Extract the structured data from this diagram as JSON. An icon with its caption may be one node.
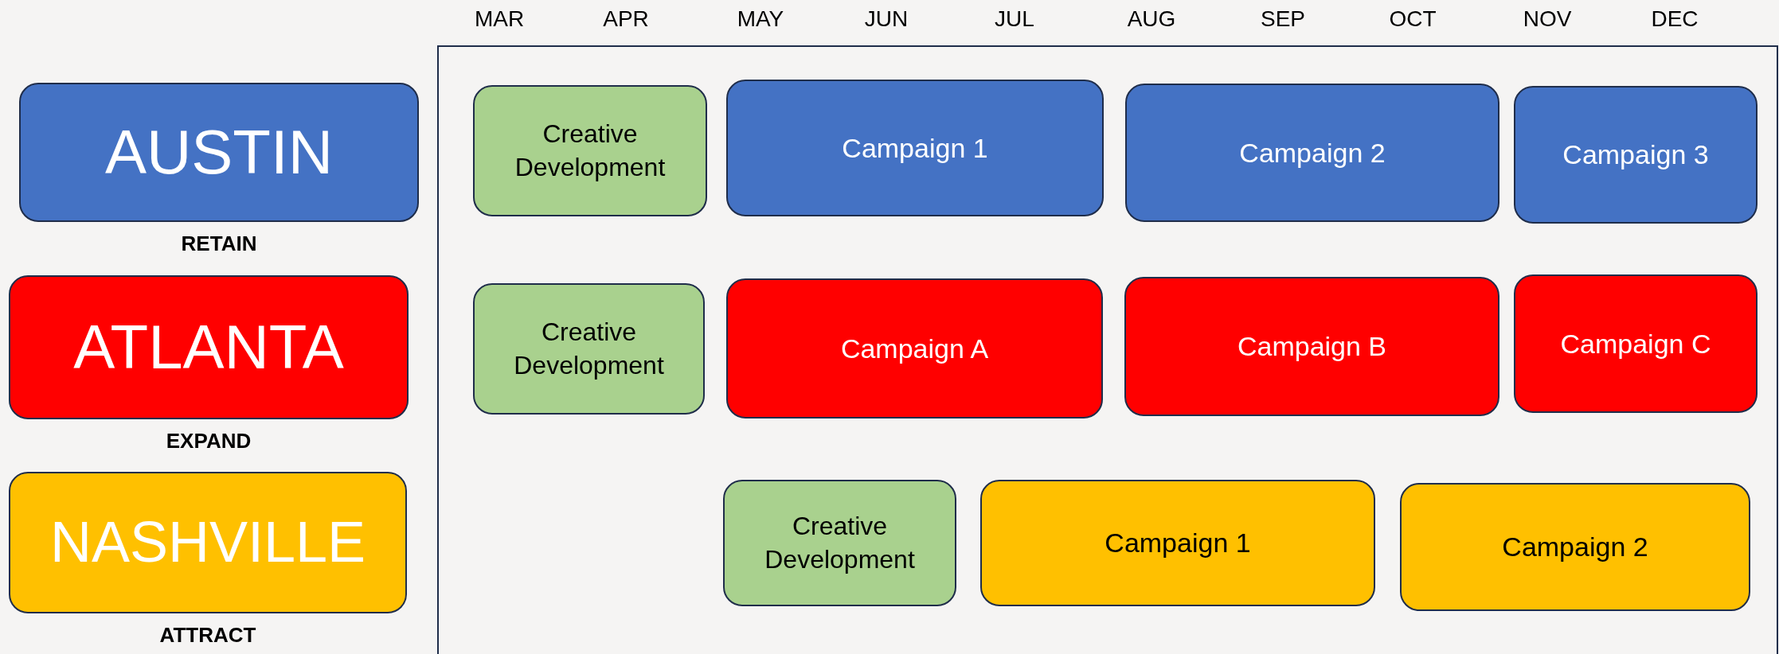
{
  "diagram": {
    "nodes": [
      {
        "text": [
          "AUSTIN"
        ],
        "beside": [
          "RETAIN"
        ]
      },
      {
        "text": [
          "ATLANTA"
        ],
        "beside": [
          "EXPAND"
        ]
      },
      {
        "text": [
          "NASHVILLE"
        ],
        "beside": [
          "ATTRACT"
        ]
      },
      {
        "text": [
          "Creative Development"
        ]
      },
      {
        "text": [
          "Campaign 1"
        ]
      },
      {
        "text": [
          "Campaign 2"
        ]
      },
      {
        "text": [
          "Campaign 3"
        ]
      },
      {
        "text": [
          "Creative Development"
        ]
      },
      {
        "text": [
          "Campaign A"
        ]
      },
      {
        "text": [
          "Campaign B"
        ]
      },
      {
        "text": [
          "Campaign C"
        ]
      },
      {
        "text": [
          "Creative Development"
        ]
      },
      {
        "text": [
          "Campaign 1"
        ]
      },
      {
        "text": [
          "Campaign 2"
        ]
      }
    ],
    "edges": [],
    "labels": [
      "MAR",
      "APR",
      "MAY",
      "JUN",
      "JUL",
      "AUG",
      "SEP",
      "OCT",
      "NOV",
      "DEC"
    ]
  }
}
